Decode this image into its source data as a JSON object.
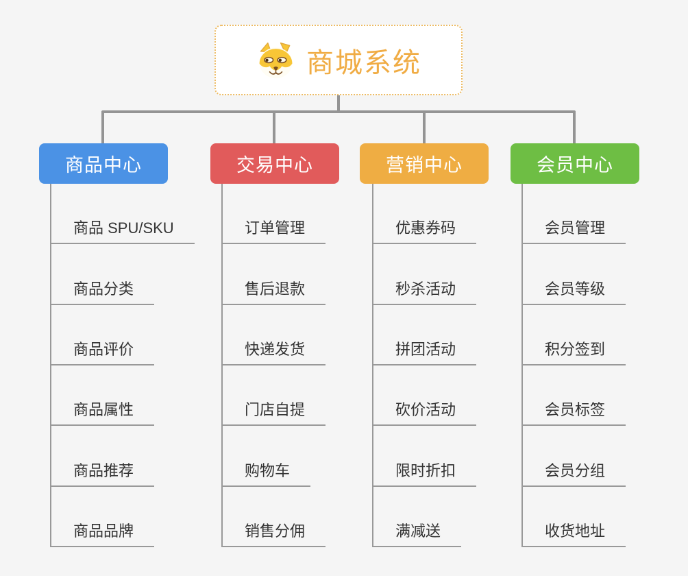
{
  "root": {
    "title": "商城系统",
    "icon": "shiba-dog-icon",
    "accent_color": "#f0ac44",
    "border_color": "#edbb63"
  },
  "colors": {
    "background": "#f5f5f5",
    "connector": "#949494",
    "leaf_line": "#999999",
    "leaf_text": "#333333"
  },
  "branches": [
    {
      "label": "商品中心",
      "color": "#4b92e5",
      "children": [
        "商品 SPU/SKU",
        "商品分类",
        "商品评价",
        "商品属性",
        "商品推荐",
        "商品品牌"
      ]
    },
    {
      "label": "交易中心",
      "color": "#e15b5b",
      "children": [
        "订单管理",
        "售后退款",
        "快递发货",
        "门店自提",
        "购物车",
        "销售分佣"
      ]
    },
    {
      "label": "营销中心",
      "color": "#efad43",
      "children": [
        "优惠券码",
        "秒杀活动",
        "拼团活动",
        "砍价活动",
        "限时折扣",
        "满减送"
      ]
    },
    {
      "label": "会员中心",
      "color": "#6ebe44",
      "children": [
        "会员管理",
        "会员等级",
        "积分签到",
        "会员标签",
        "会员分组",
        "收货地址"
      ]
    }
  ]
}
